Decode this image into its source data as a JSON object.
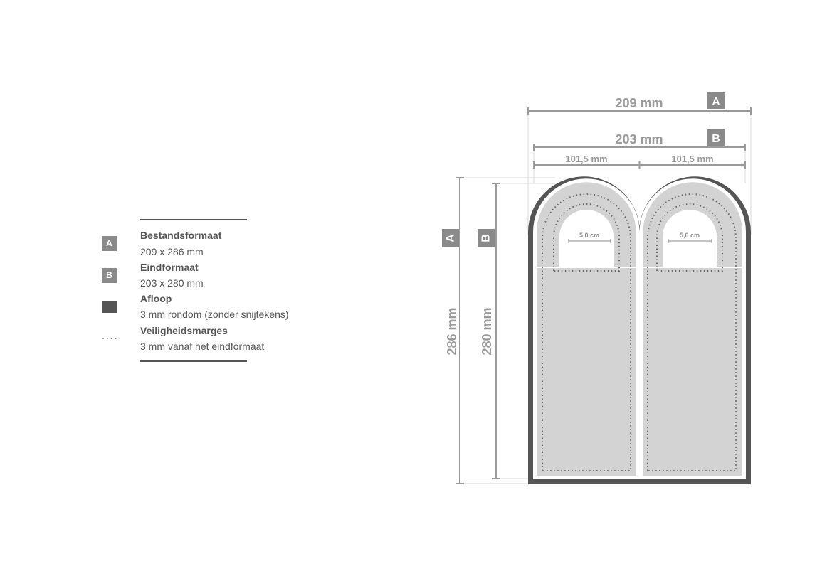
{
  "legend": {
    "items": [
      {
        "badge": "A",
        "title": "Bestandsformaat",
        "desc": "209 x 286 mm"
      },
      {
        "badge": "B",
        "title": "Eindformaat",
        "desc": "203 x 280 mm"
      },
      {
        "title": "Afloop",
        "desc": "3 mm rondom (zonder snijtekens)"
      },
      {
        "symbol": "....",
        "title": "Veiligheidsmarges",
        "desc": "3 mm vanaf het eindformaat"
      }
    ]
  },
  "diagram": {
    "dim_width_a": "209 mm",
    "dim_width_b": "203 mm",
    "dim_half_left": "101,5 mm",
    "dim_half_right": "101,5 mm",
    "dim_height_a": "286 mm",
    "dim_height_b": "280 mm",
    "badge_a": "A",
    "badge_b": "B",
    "hole_left": "5,0 cm",
    "hole_right": "5,0 cm"
  },
  "colors": {
    "bleed": "#555555",
    "panel": "#d3d3d3",
    "dim_line": "#9a9a9a",
    "badge": "#8a8a8a"
  }
}
